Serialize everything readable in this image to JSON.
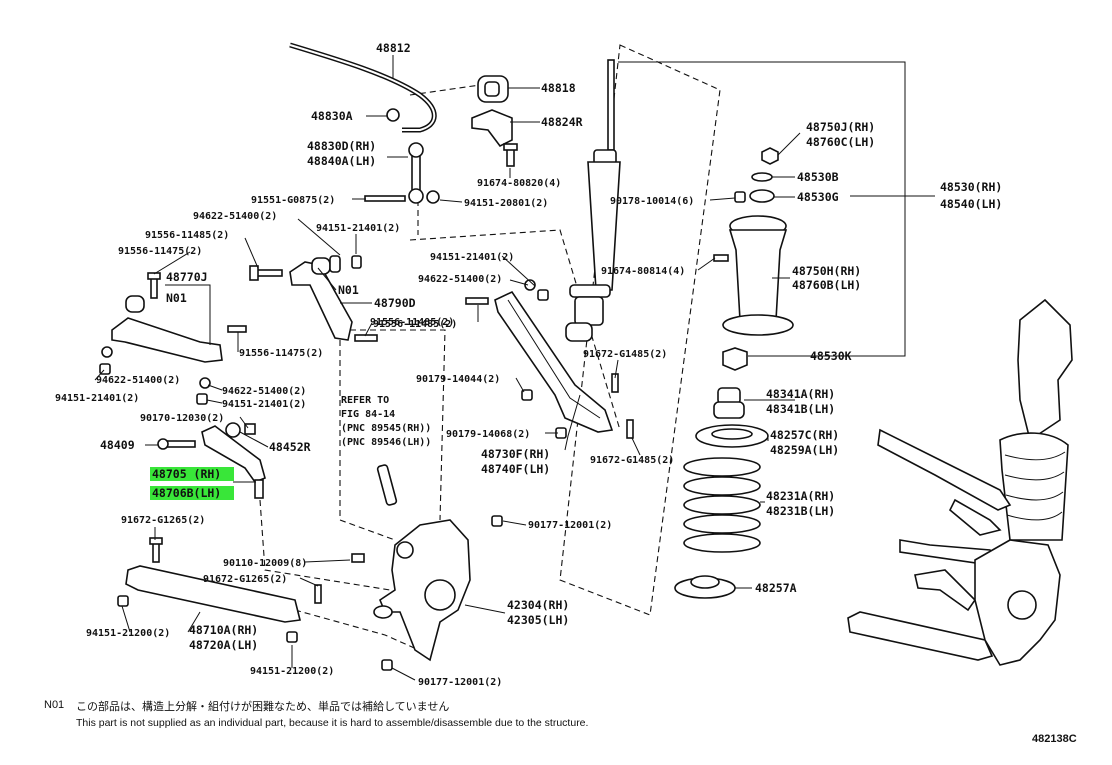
{
  "parts": {
    "p48812": "48812",
    "p48818": "48818",
    "p48830A": "48830A",
    "p48824R": "48824R",
    "p48830D": "48830D(RH)",
    "p48840A": "48840A(LH)",
    "p91674_80820": "91674-80820(4)",
    "p91551_G0875": "91551-G0875(2)",
    "p94151_20801": "94151-20801(2)",
    "p94622_51400_a": "94622-51400(2)",
    "p94151_21401_a": "94151-21401(2)",
    "p91556_11485_a": "91556-11485(2)",
    "p91556_11475_a": "91556-11475(2)",
    "p48770J": "48770J",
    "pN01_a": "N01",
    "pN01_b": "N01",
    "p48790D": "48790D",
    "p91556_11485_b": "91556-11485(2)",
    "p91556_11475_b": "91556-11475(2)",
    "p94622_51400_b": "94622-51400(2)",
    "p94151_21401_b": "94151-21401(2)",
    "p94622_51400_c": "94622-51400(2)",
    "p94151_21401_c": "94151-21401(2)",
    "p90170_12030": "90170-12030(2)",
    "p48409": "48409",
    "p48452R": "48452R",
    "p48705": "48705 (RH)",
    "p48706B": "48706B(LH)",
    "p91672_G1265_a": "91672-G1265(2)",
    "p90110_12009": "90110-12009(8)",
    "p91672_G1265_b": "91672-G1265(2)",
    "p94151_21200_a": "94151-21200(2)",
    "p48710A": "48710A(RH)",
    "p48720A": "48720A(LH)",
    "p94151_21200_b": "94151-21200(2)",
    "p94151_21401_d": "94151-21401(2)",
    "p94622_51400_d": "94622-51400(2)",
    "p91556_11485_c": "91556-11485(2)",
    "p90179_14044": "90179-14044(2)",
    "p90179_14068": "90179-14068(2)",
    "p48730F": "48730F(RH)",
    "p48740F": "48740F(LH)",
    "p91672_G1485_a": "91672-G1485(2)",
    "p91672_G1485_b": "91672-G1485(2)",
    "p90177_12001_a": "90177-12001(2)",
    "p90177_12001_b": "90177-12001(2)",
    "p42304": "42304(RH)",
    "p42305": "42305(LH)",
    "p90178_10014": "90178-10014(6)",
    "p91674_80814": "91674-80814(4)",
    "p48750J": "48750J(RH)",
    "p48760C": "48760C(LH)",
    "p48530B": "48530B",
    "p48530G": "48530G",
    "p48530RH": "48530(RH)",
    "p48540LH": "48540(LH)",
    "p48750H": "48750H(RH)",
    "p48760B": "48760B(LH)",
    "p48530K": "48530K",
    "p48341A": "48341A(RH)",
    "p48341B": "48341B(LH)",
    "p48257C": "48257C(RH)",
    "p48259A": "48259A(LH)",
    "p48231A": "48231A(RH)",
    "p48231B": "48231B(LH)",
    "p48257A": "48257A"
  },
  "refer": {
    "line1": "REFER TO",
    "line2": "FIG 84-14",
    "line3": "(PNC 89545(RH))",
    "line4": "(PNC 89546(LH))"
  },
  "note": {
    "code": "N01",
    "jp": "この部品は、構造上分解・組付けが困難なため、単品では補給していません",
    "en": "This part is not supplied as an individual part, because it is hard to assemble/disassemble due to the structure."
  },
  "diagram_id": "482138C",
  "colors": {
    "highlight": "#39e639",
    "ink": "#111111"
  }
}
